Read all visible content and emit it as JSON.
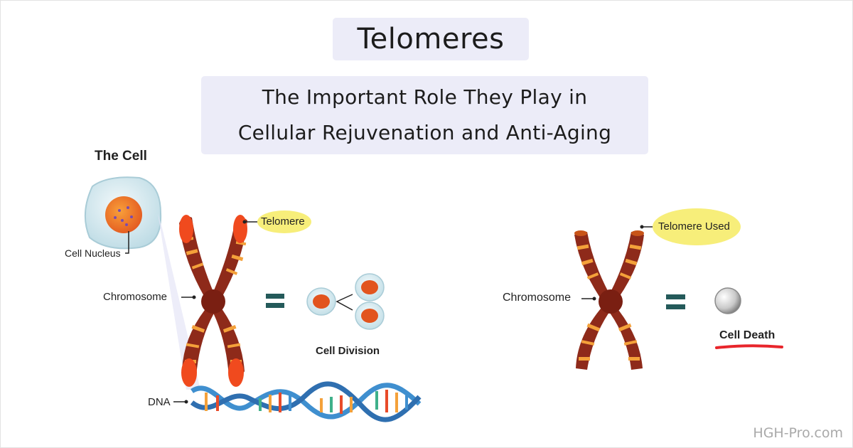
{
  "title": "Telomeres",
  "subtitle_line1": "The Important Role They Play in",
  "subtitle_line2": "Cellular Rejuvenation and Anti-Aging",
  "left": {
    "cell_heading": "The Cell",
    "cell_nucleus_label": "Cell Nucleus",
    "chromosome_label": "Chromosome",
    "telomere_label": "Telomere",
    "result_label": "Cell Division",
    "dna_label": "DNA",
    "equals": "="
  },
  "right": {
    "chromosome_label": "Chromosome",
    "telomere_label": "Telomere Used",
    "result_label": "Cell Death",
    "equals": "="
  },
  "watermark": "HGH-Pro.com",
  "colors": {
    "title_bg": "#ececf8",
    "chromosome_dark": "#8e2a1a",
    "chromosome_band": "#f4a13a",
    "telomere_red": "#f04a1e",
    "label_bubble": "#f7ee7a",
    "cell_death_underline": "#e8252b",
    "dna_blue": "#3f8fcf",
    "equals_teal": "#245a5a"
  }
}
